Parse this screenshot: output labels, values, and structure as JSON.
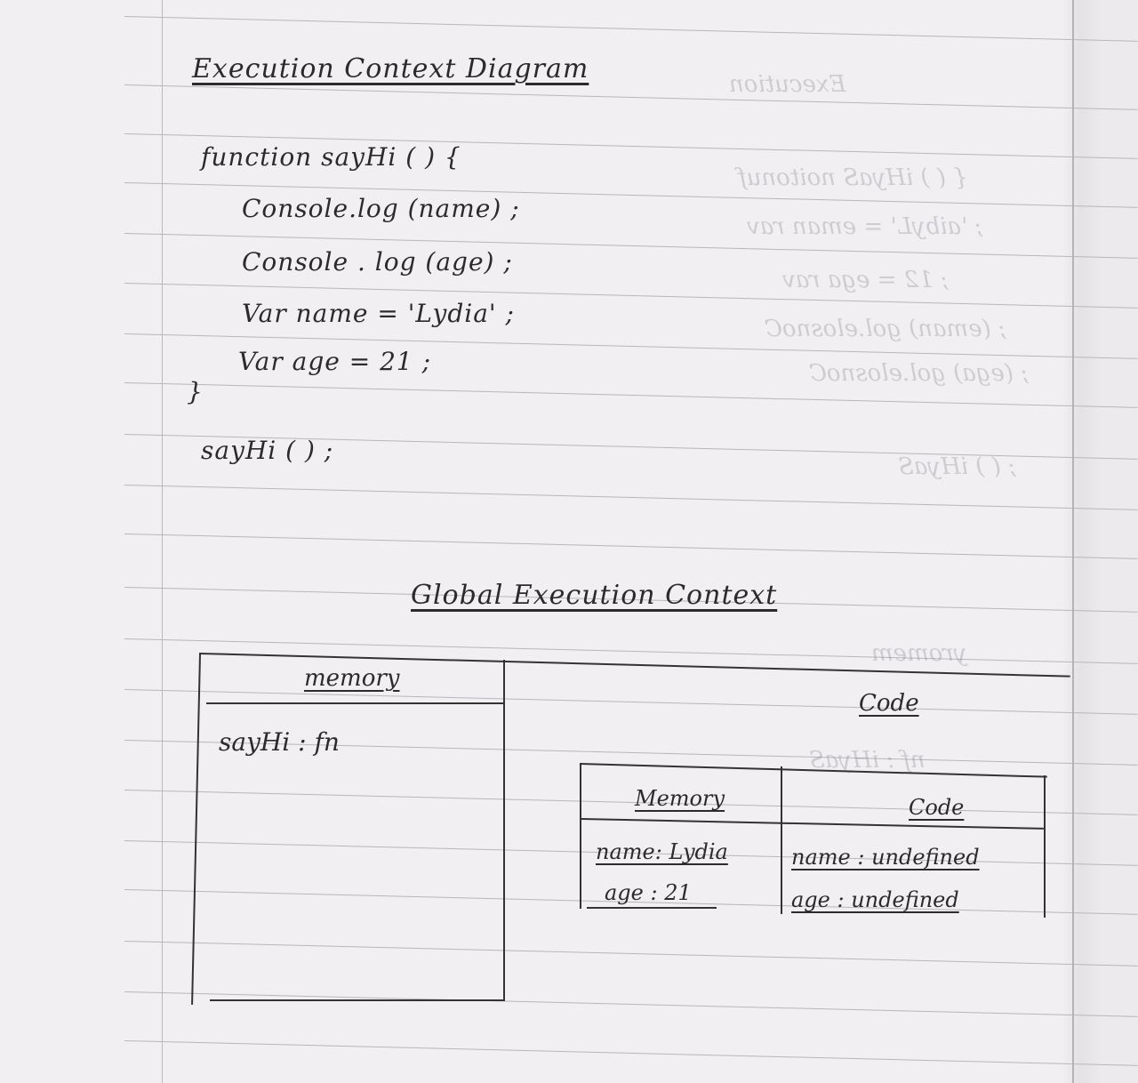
{
  "title": "Execution Context Diagram",
  "code_lines": [
    "function sayHi ( ) {",
    "Console.log (name) ;",
    "Console . log (age) ;",
    "Var name = 'Lydia' ;",
    "Var age = 21 ;",
    "}",
    "sayHi ( ) ;"
  ],
  "global_context": {
    "heading": "Global Execution Context",
    "memory_header": "memory",
    "code_header": "Code",
    "memory_entries": [
      "sayHi : fn"
    ]
  },
  "function_context": {
    "memory_header": "Memory",
    "code_header": "Code",
    "memory_entries": [
      "name: Lydia",
      "age : 21"
    ],
    "code_entries": [
      "name : undefined",
      "age : undefined"
    ]
  }
}
